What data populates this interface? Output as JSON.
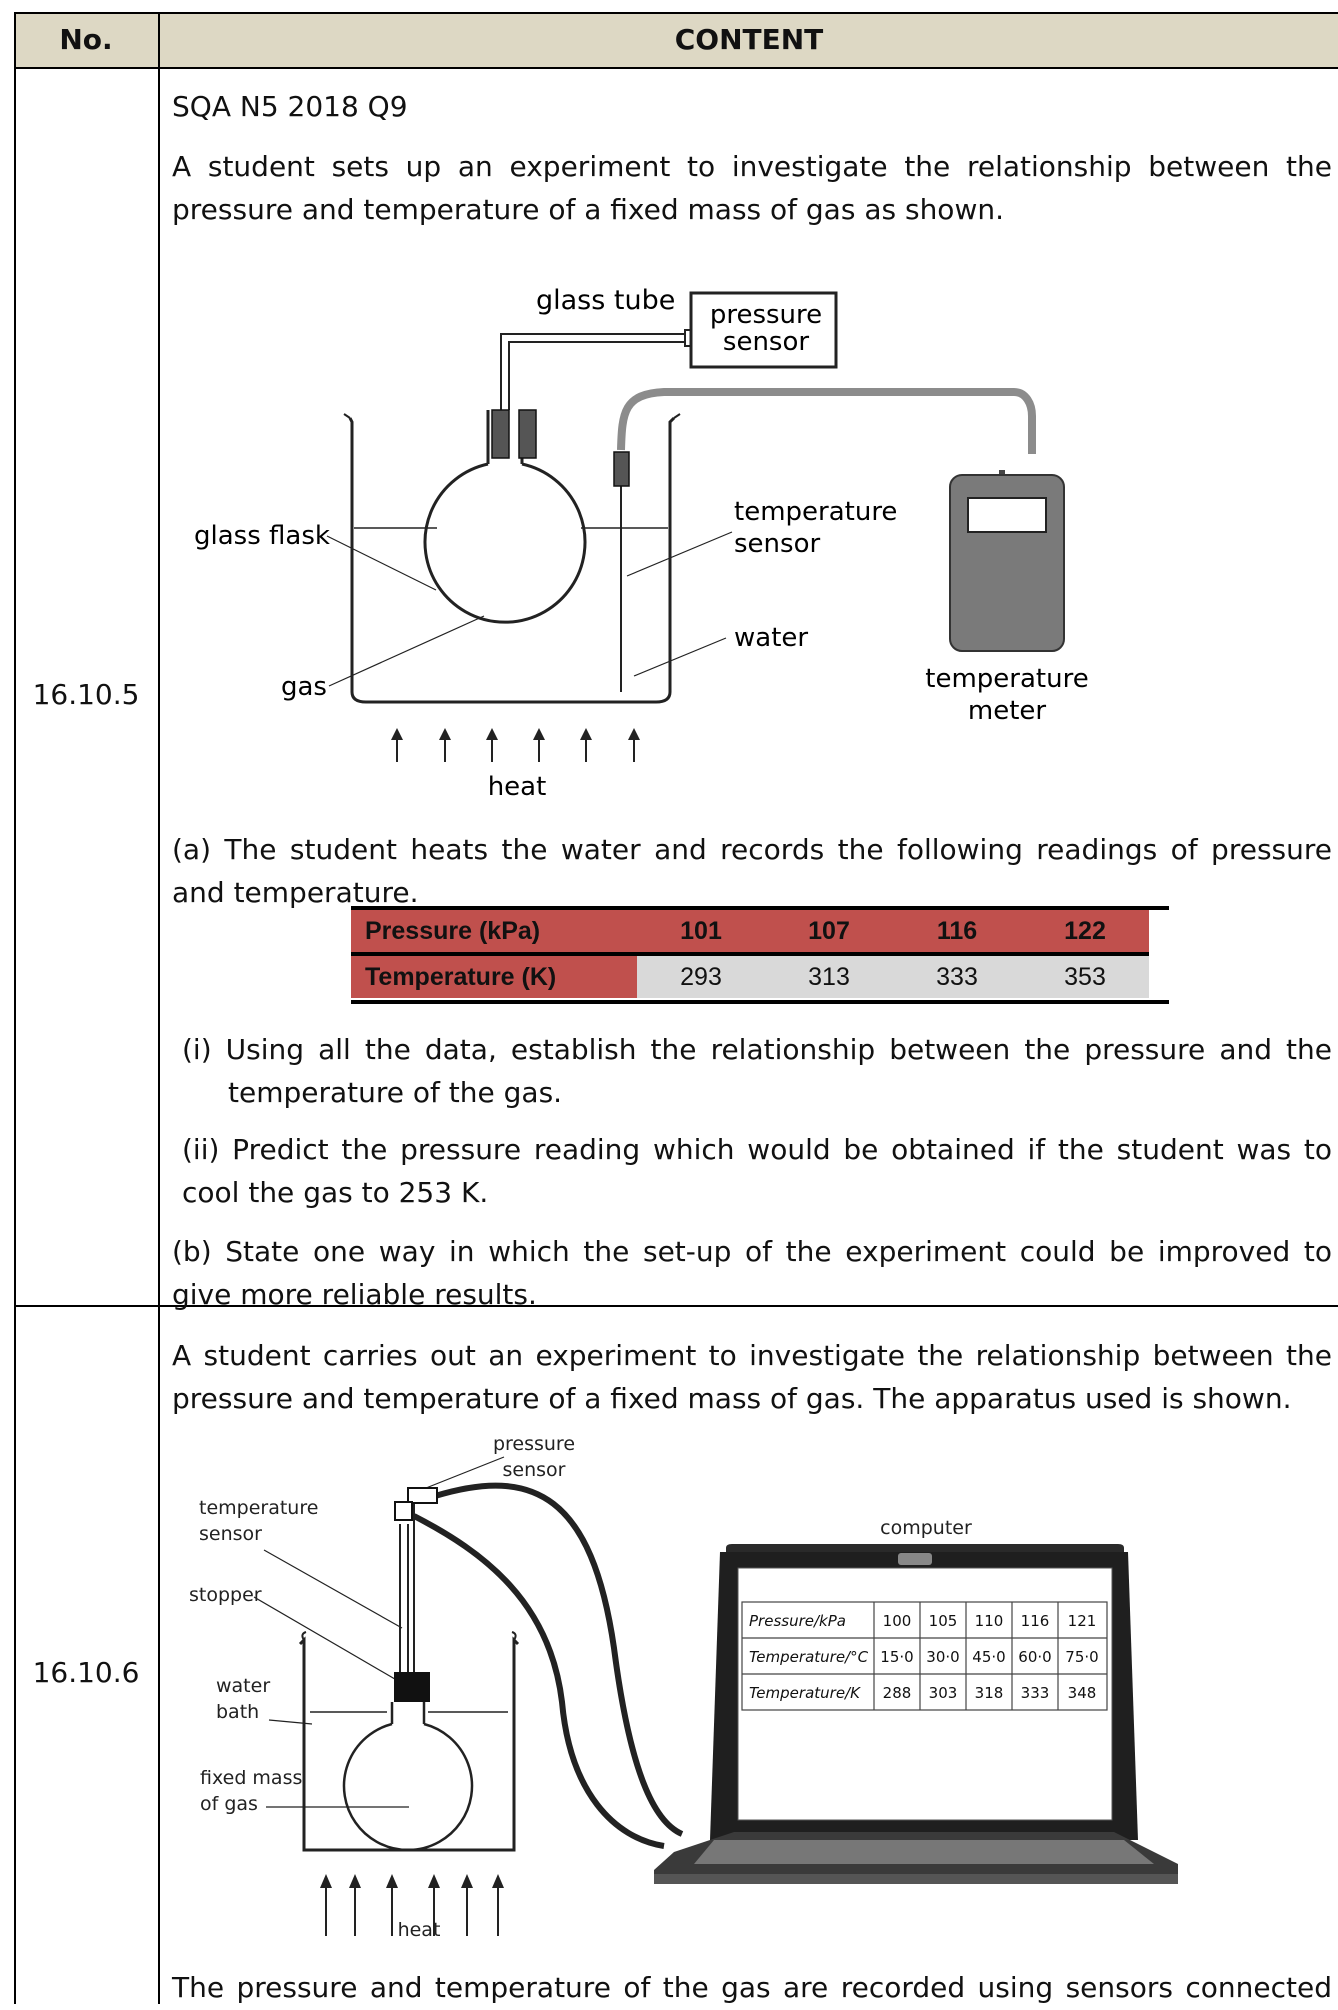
{
  "header": {
    "col_no": "No.",
    "col_content": "CONTENT"
  },
  "q1": {
    "number": "16.10.5",
    "source": "SQA N5 2018 Q9",
    "intro_l1": "A student sets up an experiment to investigate the relationship between the",
    "intro_l2": "pressure and temperature of a fixed mass of gas as shown.",
    "diagram": {
      "glass_tube": "glass tube",
      "pressure": "pressure",
      "sensor": "sensor",
      "temperature": "temperature",
      "meter": "meter",
      "glass_flask": "glass flask",
      "water": "water",
      "gas": "gas",
      "heat": "heat"
    },
    "a_l1": "(a) The student heats the water and records the following readings of pressure",
    "a_l2": "and temperature.",
    "table": {
      "row1_label": "Pressure (kPa)",
      "row1": [
        "101",
        "107",
        "116",
        "122"
      ],
      "row2_label": "Temperature (K)",
      "row2": [
        "293",
        "313",
        "333",
        "353"
      ]
    },
    "i_l1": "(i) Using all the data, establish the relationship between the pressure and the",
    "i_l2": "temperature of the gas.",
    "ii_l1": "(ii) Predict the pressure reading which would be obtained if the student was to",
    "ii_l2": "cool the gas to 253 K.",
    "b_l1": "(b) State one way in which the set-up of the experiment could be improved to",
    "b_l2": "give more reliable results."
  },
  "q2": {
    "number": "16.10.6",
    "intro_l1": "A student carries out an experiment to investigate the relationship between the",
    "intro_l2": "pressure and temperature of a fixed mass of gas. The apparatus used is shown.",
    "diagram": {
      "pressure": "pressure",
      "sensor": "sensor",
      "temperature": "temperature",
      "stopper": "stopper",
      "water": "water",
      "bath": "bath",
      "fixed_mass": "fixed mass",
      "of_gas": "of gas",
      "heat": "heat",
      "computer": "computer"
    },
    "screen_table": {
      "rows": [
        {
          "label": "Pressure/kPa",
          "values": [
            "100",
            "105",
            "110",
            "116",
            "121"
          ]
        },
        {
          "label": "Temperature/°C",
          "values": [
            "15·0",
            "30·0",
            "45·0",
            "60·0",
            "75·0"
          ]
        },
        {
          "label": "Temperature/K",
          "values": [
            "288",
            "303",
            "318",
            "333",
            "348"
          ]
        }
      ]
    },
    "bottom_text": "The pressure and temperature of the gas are recorded using sensors connected"
  }
}
